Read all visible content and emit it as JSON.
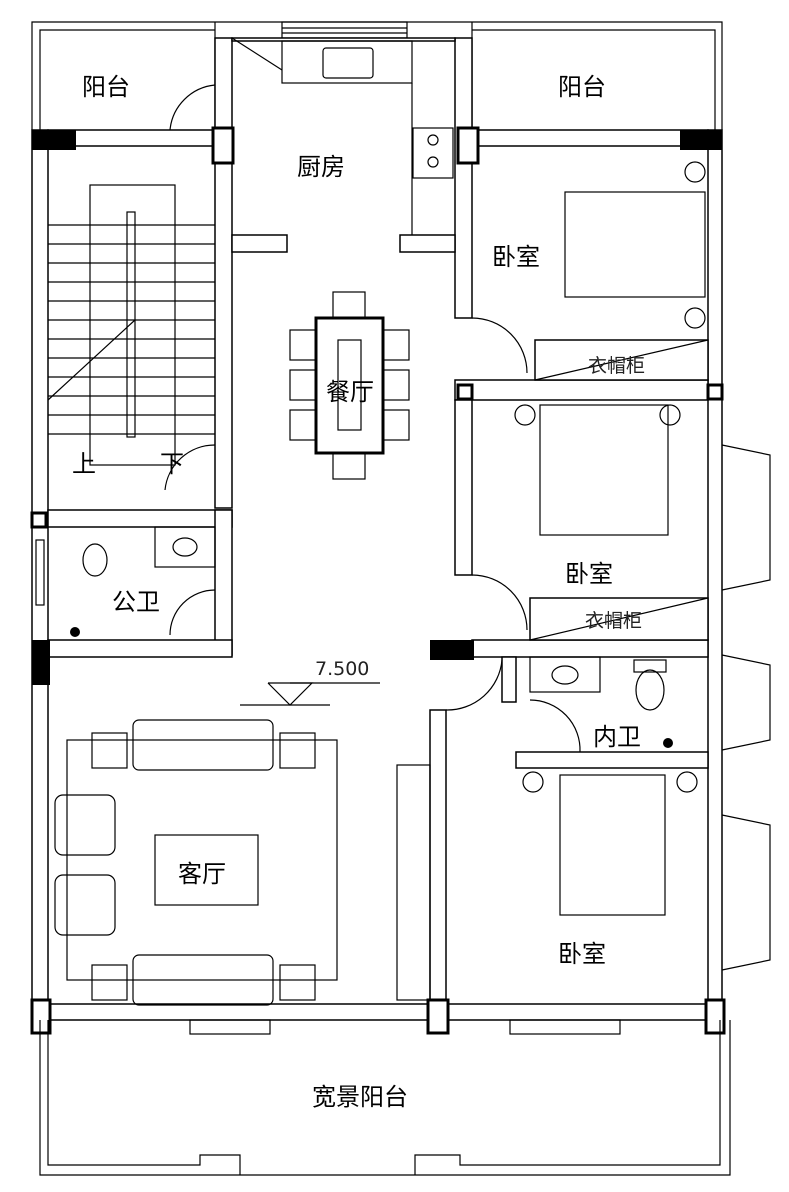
{
  "title": "二层平面图",
  "rooms": {
    "balcony_left": "阳台",
    "balcony_right": "阳台",
    "kitchen": "厨房",
    "bedroom_1": "卧室",
    "wardrobe_1": "衣帽柜",
    "dining": "餐厅",
    "stair_up": "上",
    "stair_down": "下",
    "bedroom_2": "卧室",
    "public_bath": "公卫",
    "wardrobe_2": "衣帽柜",
    "ensuite_bath": "内卫",
    "living": "客厅",
    "bedroom_3": "卧室",
    "wide_balcony": "宽景阳台"
  },
  "elevation": "7.500"
}
